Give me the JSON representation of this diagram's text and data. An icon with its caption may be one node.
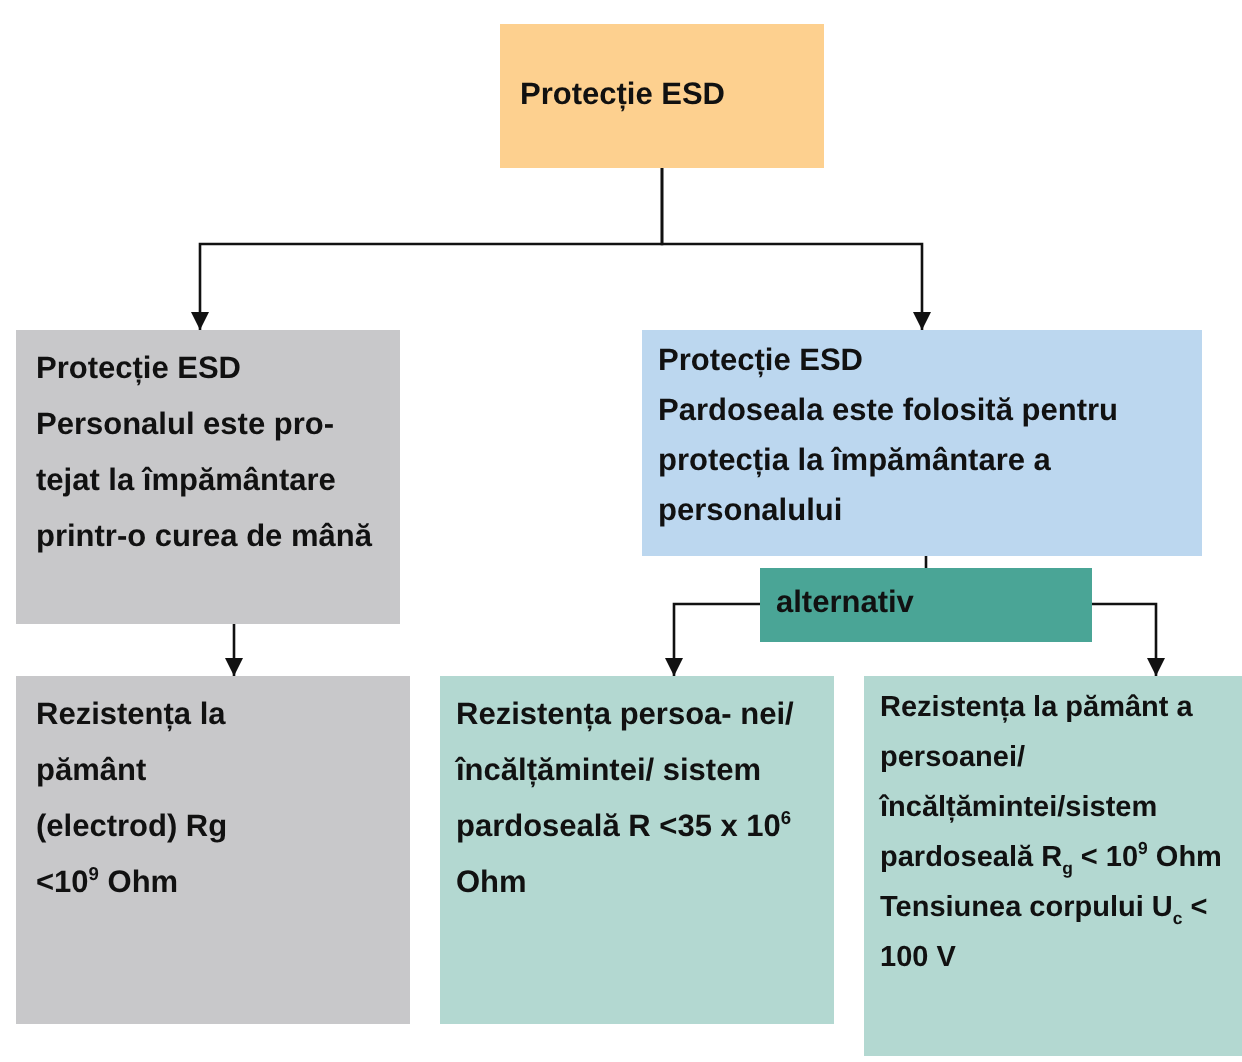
{
  "diagram": {
    "nodes": [
      {
        "text": [
          "Protecție ESD"
        ]
      },
      {
        "text": [
          "Protecție ESD",
          "Personalul este pro- tejat la împământare printr-o curea de mână"
        ]
      },
      {
        "text": [
          "Protecție ESD",
          "Pardoseala este folosită pentru protecția la împământare a personalului"
        ]
      },
      {
        "text": [
          "alternativ"
        ]
      },
      {
        "text": [
          "Rezistența la pământ (electrod) Rg <10$^{9}$ Ohm"
        ]
      },
      {
        "text": [
          "Rezistența persoa- nei/încălțămintei/ sistem pardoseală R <35 x 10$^{6}$ Ohm"
        ]
      },
      {
        "text": [
          "Rezistența la pământ a persoanei/ încălțămintei/sistem pardoseală R$_{g}$ < 10$^{9}$ Ohm Tensiunea corpului U$_{c}$ < 100 V"
        ]
      }
    ],
    "edges": [
      {
        "from": 0,
        "to": 1,
        "arrow": "to"
      },
      {
        "from": 0,
        "to": 2,
        "arrow": "to"
      },
      {
        "from": 1,
        "to": 4,
        "arrow": "to"
      },
      {
        "from": 2,
        "to": 3,
        "arrow": "none"
      },
      {
        "from": 3,
        "to": 5,
        "arrow": "to"
      },
      {
        "from": 3,
        "to": 6,
        "arrow": "to"
      }
    ]
  }
}
